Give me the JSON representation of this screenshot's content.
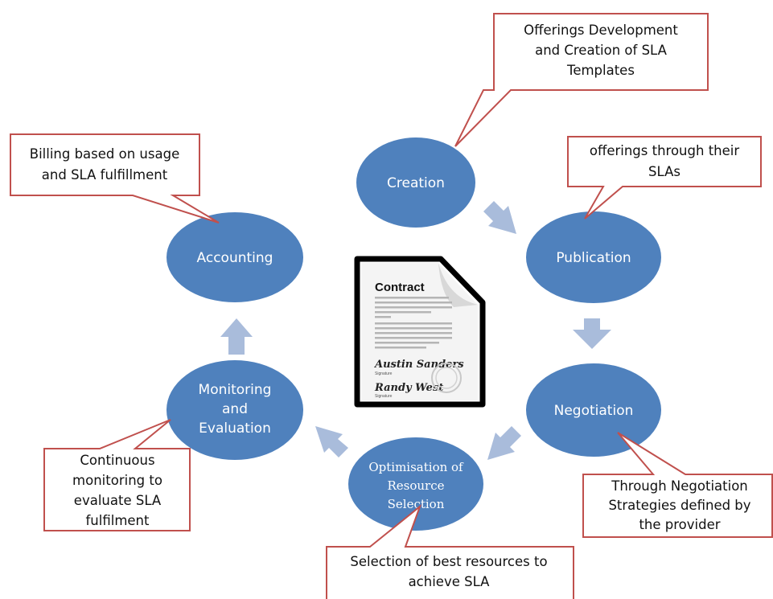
{
  "nodes": {
    "creation": "Creation",
    "publication": "Publication",
    "negotiation": "Negotiation",
    "optimisation": [
      "Optimisation of",
      "Resource",
      "Selection"
    ],
    "monitoring": [
      "Monitoring",
      "and",
      "Evaluation"
    ],
    "accounting": "Accounting"
  },
  "callouts": {
    "creation": [
      "Offerings Development",
      "and Creation of SLA",
      "Templates"
    ],
    "publication": [
      "offerings through their",
      "SLAs"
    ],
    "negotiation": [
      "Through Negotiation",
      "Strategies defined by",
      "the provider"
    ],
    "optimisation": [
      "Selection of best resources to",
      "achieve SLA"
    ],
    "monitoring": [
      "Continuous",
      "monitoring to",
      "evaluate SLA",
      "fulfilment"
    ],
    "accounting": [
      "Billing based on usage",
      "and SLA fulfillment"
    ]
  },
  "contract": {
    "title": "Contract",
    "signature1": "Austin Sanders",
    "signature2": "Randy West",
    "signature_caption": "Signature"
  },
  "colors": {
    "node_fill": "#4f81bd",
    "arrow_fill": "#a9bcdb",
    "callout_border": "#c0504d"
  }
}
